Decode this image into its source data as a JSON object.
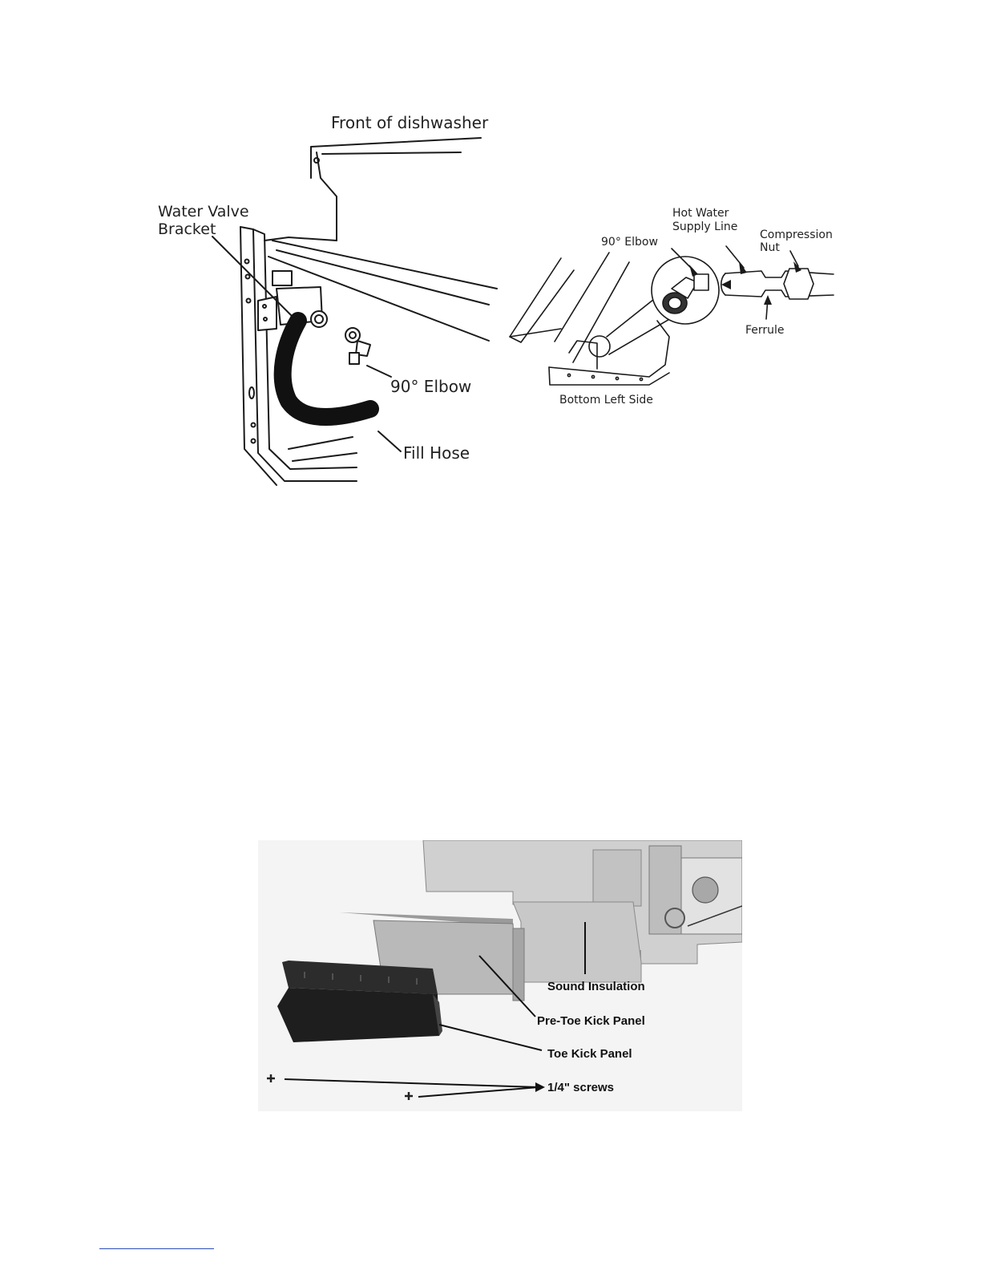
{
  "figure_top": {
    "labels": {
      "front": "Front of dishwasher",
      "bracket_line1": "Water Valve",
      "bracket_line2": "Bracket",
      "elbow_left": "90° Elbow",
      "fill_hose": "Fill Hose",
      "elbow_right": "90° Elbow",
      "hot_line1": "Hot Water",
      "hot_line2": "Supply Line",
      "comp_line1": "Compression",
      "comp_line2": "Nut",
      "ferrule": "Ferrule",
      "bottom_left": "Bottom Left Side"
    }
  },
  "figure_bottom": {
    "labels": {
      "sound": "Sound Insulation",
      "pretoe": "Pre-Toe Kick Panel",
      "toekick": "Toe Kick Panel",
      "screws": "1/4\" screws"
    }
  },
  "colors": {
    "line": "#1a1a1a",
    "hose": "#111111",
    "bg_render": "#f4f4f4",
    "panel_grey": "#b9b9b9",
    "toe_black": "#1e1e1e",
    "footer_rule": "#2b4fb8"
  }
}
